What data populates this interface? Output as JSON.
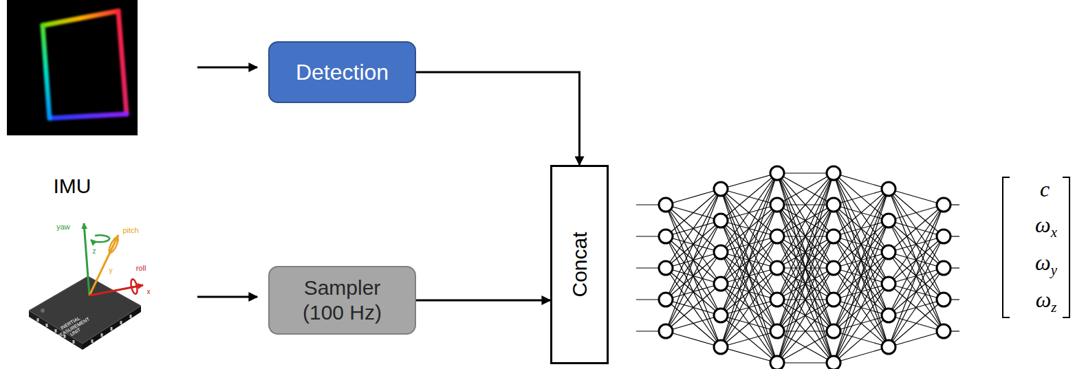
{
  "diagram": {
    "nodes": [
      {
        "text": [
          "Detection"
        ]
      },
      {
        "text": [
          "Sampler (100 Hz)"
        ]
      },
      {
        "text": [
          "Concat"
        ]
      }
    ],
    "edges": [
      {
        "from": 0,
        "to": 2,
        "arrow": "to"
      },
      {
        "from": 1,
        "to": 2,
        "arrow": "to"
      }
    ],
    "labels": [
      "IMU",
      "yaw",
      "pitch",
      "roll",
      "z",
      "y",
      "x",
      "INERTIAL MEASUREMENT UNIT",
      "c",
      "ωx",
      "ωy",
      "ωz"
    ]
  }
}
